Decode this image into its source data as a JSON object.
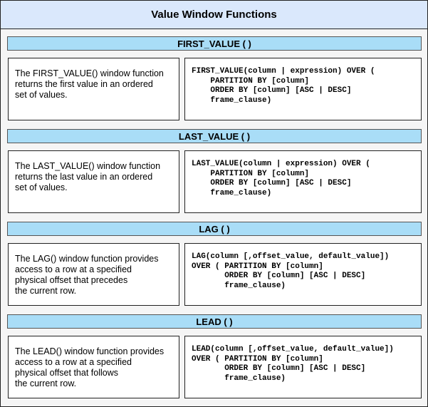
{
  "title": "Value Window Functions",
  "sections": [
    {
      "header": "FIRST_VALUE ( )",
      "description": [
        "The FIRST_VALUE() window function",
        "returns the first value in an ordered",
        "set of values."
      ],
      "syntax": [
        "FIRST_VALUE(column | expression) OVER (",
        "    PARTITION BY [column]",
        "    ORDER BY [column] [ASC | DESC]",
        "    frame_clause)"
      ]
    },
    {
      "header": "LAST_VALUE ( )",
      "description": [
        "The LAST_VALUE() window function",
        "returns the last value in an ordered",
        "set of values."
      ],
      "syntax": [
        "LAST_VALUE(column | expression) OVER (",
        "    PARTITION BY [column]",
        "    ORDER BY [column] [ASC | DESC]",
        "    frame_clause)"
      ]
    },
    {
      "header": "LAG ( )",
      "description": [
        "The LAG() window function provides",
        "access to a row at a specified",
        "physical offset that precedes",
        "the current row."
      ],
      "syntax": [
        "LAG(column [,offset_value, default_value])",
        "OVER ( PARTITION BY [column]",
        "       ORDER BY [column] [ASC | DESC]",
        "       frame_clause)"
      ]
    },
    {
      "header": "LEAD ( )",
      "description": [
        "The LEAD() window function provides",
        "access to a row at a specified",
        "physical offset that follows",
        "the current row."
      ],
      "syntax": [
        "LEAD(column [,offset_value, default_value])",
        "OVER ( PARTITION BY [column]",
        "       ORDER BY [column] [ASC | DESC]",
        "       frame_clause)"
      ]
    }
  ]
}
